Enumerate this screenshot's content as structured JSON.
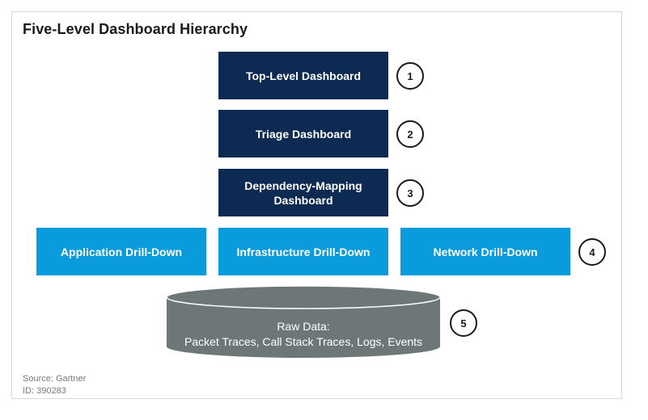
{
  "title": "Five-Level Dashboard Hierarchy",
  "levels": [
    {
      "label": "Top-Level Dashboard",
      "number": "1"
    },
    {
      "label": "Triage Dashboard",
      "number": "2"
    },
    {
      "label": "Dependency-Mapping Dashboard",
      "number": "3"
    },
    {
      "labels": [
        "Application Drill-Down",
        "Infrastructure Drill-Down",
        "Network Drill-Down"
      ],
      "number": "4"
    },
    {
      "line1": "Raw Data:",
      "line2": "Packet Traces, Call Stack Traces, Logs, Events",
      "number": "5"
    }
  ],
  "source": {
    "line1": "Source: Gartner",
    "line2": "ID: 390283"
  },
  "colors": {
    "dark_box": "#0c2a52",
    "light_box": "#0a9bdd",
    "cylinder": "#6e7778"
  }
}
